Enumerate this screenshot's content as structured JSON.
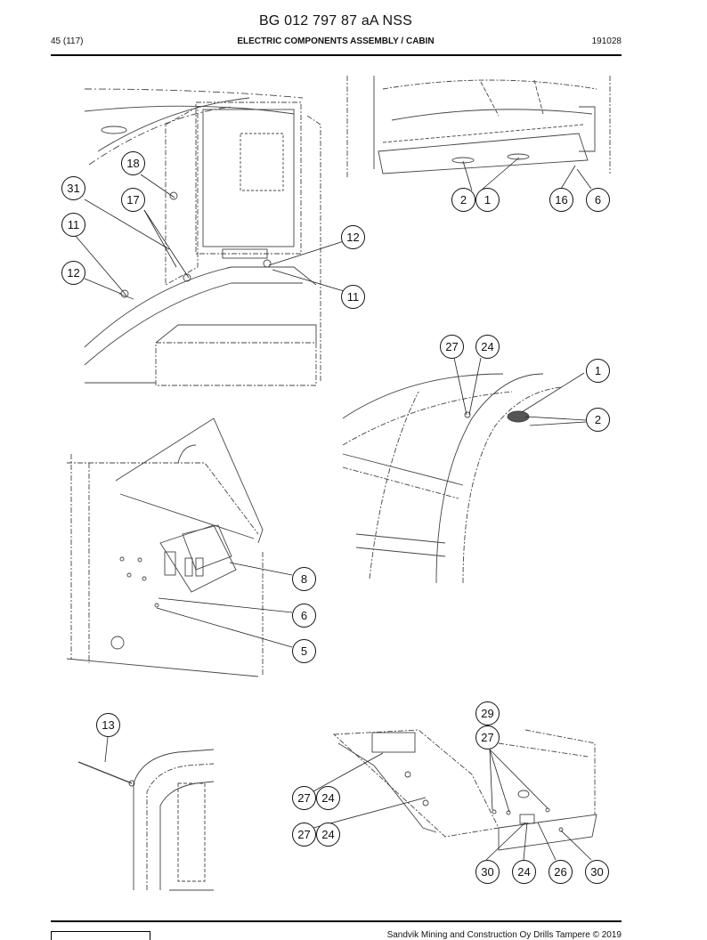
{
  "header": {
    "document_code": "BG 012 797 87 aA NSS",
    "page_number": "45 (117)",
    "section_title": "ELECTRIC COMPONENTS ASSEMBLY / CABIN",
    "date_code": "191028"
  },
  "footer": {
    "copyright": "Sandvik Mining and Construction Oy Drills Tampere © 2019"
  },
  "callouts": {
    "v1": [
      "18",
      "31",
      "17",
      "11",
      "12",
      "12",
      "11"
    ],
    "v2": [
      "2",
      "1",
      "16",
      "6"
    ],
    "v3": [
      "27",
      "24",
      "1",
      "2"
    ],
    "v4": [
      "8",
      "6",
      "5"
    ],
    "v5": [
      "13"
    ],
    "v6": [
      "29",
      "27",
      "27",
      "24",
      "27",
      "24",
      "30",
      "24",
      "26",
      "30"
    ]
  }
}
